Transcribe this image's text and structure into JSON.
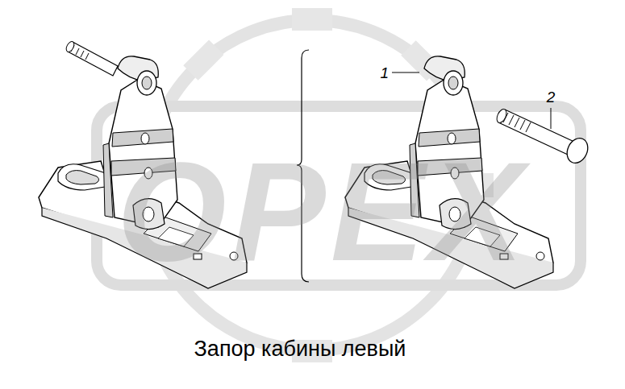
{
  "diagram": {
    "caption": "Запор кабины левый",
    "labels": [
      "1",
      "2",
      "OPEX"
    ]
  }
}
